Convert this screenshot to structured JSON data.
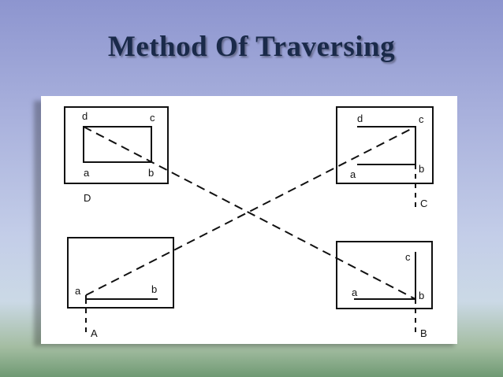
{
  "slide": {
    "title": "Method Of Traversing"
  },
  "diagram": {
    "quadrants": {
      "top_left": {
        "corners": [
          "d",
          "c",
          "a",
          "b"
        ],
        "station": "D"
      },
      "top_right": {
        "corners": [
          "d",
          "c",
          "a",
          "b"
        ],
        "station": "C"
      },
      "bottom_left": {
        "corners": [
          "a",
          "b"
        ],
        "station": "A"
      },
      "bottom_right": {
        "corners": [
          "c",
          "a",
          "b"
        ],
        "station": "B"
      }
    }
  },
  "colors": {
    "title": "#1a2a4a",
    "line": "#111111",
    "panel": "#ffffff"
  }
}
